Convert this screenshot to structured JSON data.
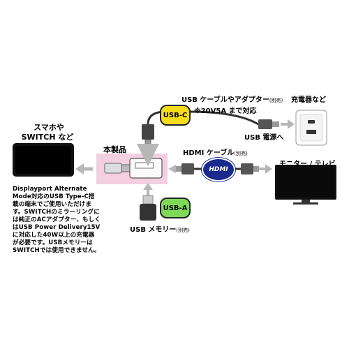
{
  "labels": {
    "smartphone_line1": "スマホや",
    "smartphone_line2": "SWITCH など",
    "product": "本製品",
    "usb_cable_main": "USB ケーブルやアダプター",
    "usb_cable_sold": "(別売)",
    "usb_cable_spec": "※20V5A まで対応",
    "charger": "充電器など",
    "usb_power": "USB 電源へ",
    "hdmi_cable_main": "HDMI ケーブル",
    "hdmi_cable_sold": "(別売)",
    "monitor": "モニター / テレビ",
    "usb_memory_main": "USB メモリー",
    "usb_memory_sold": "(別売)"
  },
  "badges": {
    "usb_c": "USB-C",
    "usb_a": "USB-A",
    "hdmi": "HDMI"
  },
  "note_lines": [
    "Displayport Alternate",
    "Mode対応のUSB Type-C搭",
    "載の端末でご使用いただけま",
    "す。SWITCHのミラーリングに",
    "は純正のACアダプター、もしく",
    "はUSB Power Delivery15V",
    "に対応した40W以上の充電器",
    "が必要です。USBメモリーは",
    "SWITCHでは使用できません。"
  ],
  "colors": {
    "usb_c_badge": "#f6dd1c",
    "usb_a_badge": "#7ed957",
    "hdmi_badge": "#1a2a8c",
    "product_box": "#f4cfe0",
    "arrow": "#b7b7b7"
  },
  "icons": [
    "smartphone-icon",
    "charger-icon",
    "monitor-icon",
    "usb-stick-icon",
    "usb-c-plug-icon",
    "hdmi-plug-icon"
  ]
}
